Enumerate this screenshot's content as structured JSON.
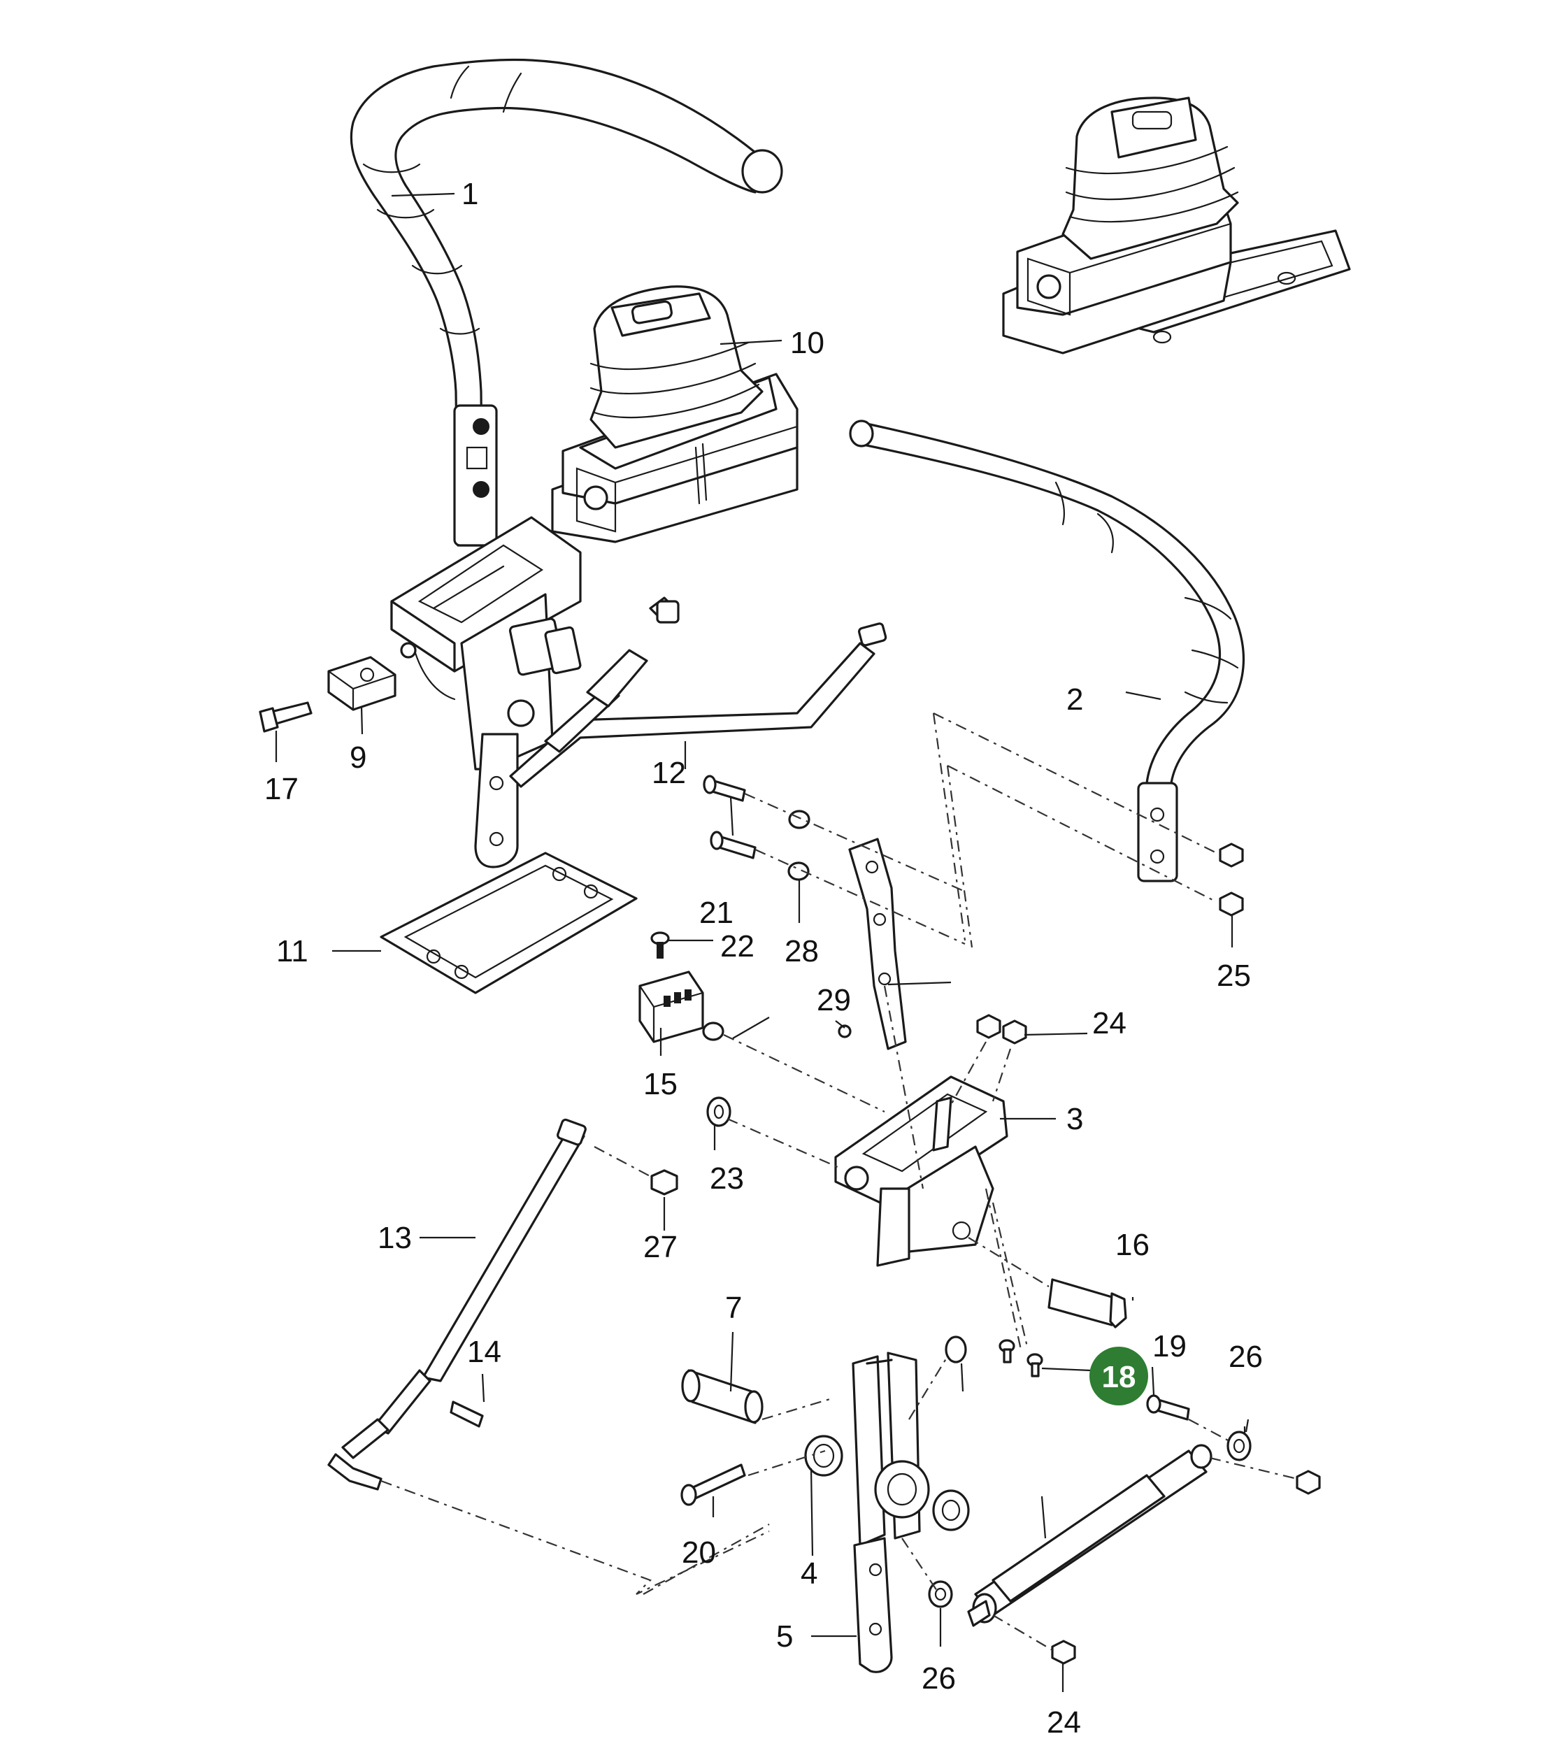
{
  "highlight_color": "#2e7d32",
  "callouts": [
    {
      "id": "c1",
      "text": "1"
    },
    {
      "id": "c2",
      "text": "2"
    },
    {
      "id": "c3",
      "text": "3"
    },
    {
      "id": "c4",
      "text": "4"
    },
    {
      "id": "c5",
      "text": "5"
    },
    {
      "id": "c7",
      "text": "7"
    },
    {
      "id": "c9",
      "text": "9"
    },
    {
      "id": "c10",
      "text": "10"
    },
    {
      "id": "c11",
      "text": "11"
    },
    {
      "id": "c12",
      "text": "12"
    },
    {
      "id": "c13",
      "text": "13"
    },
    {
      "id": "c14",
      "text": "14"
    },
    {
      "id": "c15",
      "text": "15"
    },
    {
      "id": "c16",
      "text": "16"
    },
    {
      "id": "c17",
      "text": "17"
    },
    {
      "id": "c19",
      "text": "19"
    },
    {
      "id": "c20",
      "text": "20"
    },
    {
      "id": "c21",
      "text": "21"
    },
    {
      "id": "c22",
      "text": "22"
    },
    {
      "id": "c23",
      "text": "23"
    },
    {
      "id": "c24a",
      "text": "24"
    },
    {
      "id": "c24b",
      "text": "24"
    },
    {
      "id": "c25",
      "text": "25"
    },
    {
      "id": "c26a",
      "text": "26"
    },
    {
      "id": "c26b",
      "text": "26"
    },
    {
      "id": "c27",
      "text": "27"
    },
    {
      "id": "c28",
      "text": "28"
    },
    {
      "id": "c29",
      "text": "29"
    }
  ],
  "highlighted_callout": {
    "text": "18"
  }
}
